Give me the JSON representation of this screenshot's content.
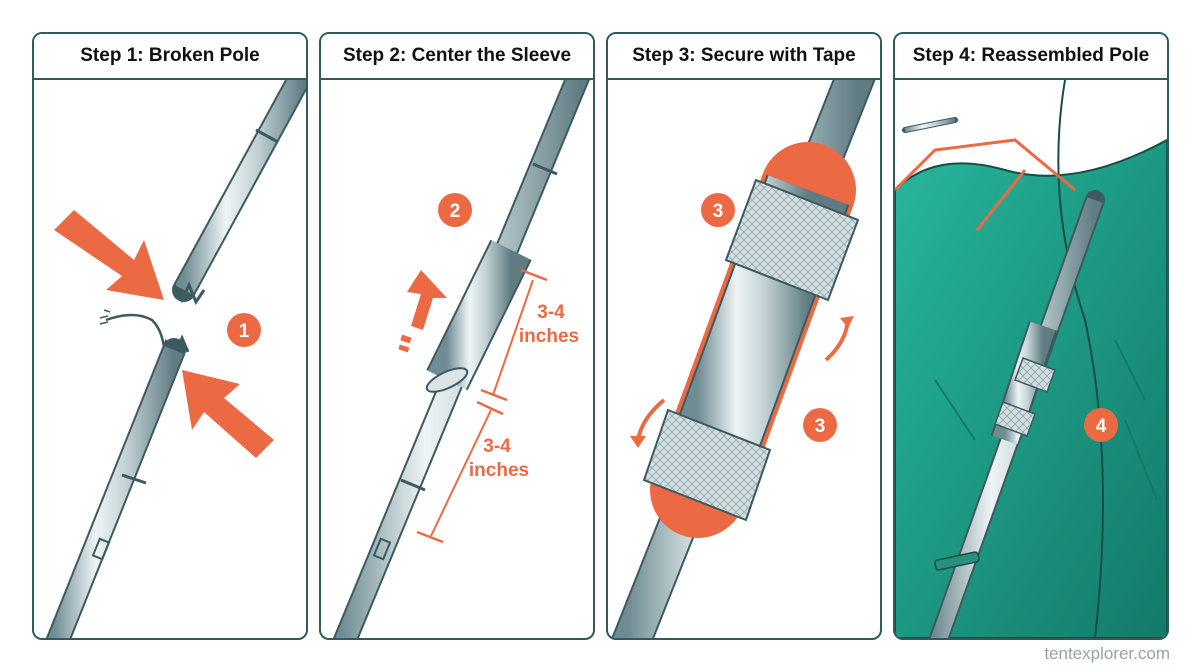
{
  "panels": [
    {
      "title": "Step 1: Broken Pole",
      "badge": "1"
    },
    {
      "title": "Step 2: Center the Sleeve",
      "badge": "2",
      "measure_top_line1": "3-4",
      "measure_top_line2": "inches",
      "measure_bottom_line1": "3-4",
      "measure_bottom_line2": "inches"
    },
    {
      "title": "Step 3: Secure with Tape",
      "badge_top": "3",
      "badge_side": "3"
    },
    {
      "title": "Step 4: Reassembled Pole",
      "badge": "4"
    }
  ],
  "footer": {
    "watermark": "tentexplorer.com"
  },
  "colors": {
    "accent": "#ec6a43",
    "border": "#2f5b5b",
    "tent": "#1f9e86",
    "pole": "#c9d6d8"
  }
}
